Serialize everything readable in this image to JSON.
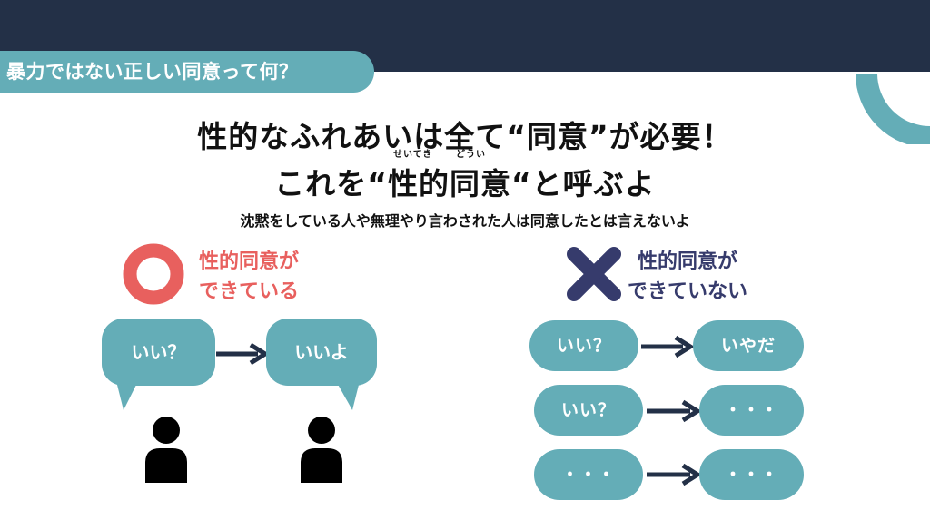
{
  "slide": {
    "section_title": "暴力ではない正しい同意って何？",
    "headline_line1": "性的なふれあいは全て“同意”が必要！",
    "headline_line2": "これを“性的同意“と呼ぶよ",
    "ruby_seiteki": "せいてき",
    "ruby_doui": "どうい",
    "subtitle": "沈黙をしている人や無理やり言わされた人は同意したとは言えないよ"
  },
  "ok_example": {
    "label_line1": "性的同意が",
    "label_line2": "できている",
    "question": "いい？",
    "answer": "いいよ",
    "icon": "circle-icon"
  },
  "ng_example": {
    "label_line1": "性的同意が",
    "label_line2": "できていない",
    "icon": "cross-icon",
    "rows": [
      {
        "left": "いい？",
        "right": "いやだ"
      },
      {
        "left": "いい？",
        "right": "・・・"
      },
      {
        "left": "・・・",
        "right": "・・・"
      }
    ]
  },
  "colors": {
    "navy": "#233047",
    "teal": "#64adb7",
    "coral": "#e8605e",
    "indigo": "#363b6c",
    "arrow": "#233047"
  }
}
